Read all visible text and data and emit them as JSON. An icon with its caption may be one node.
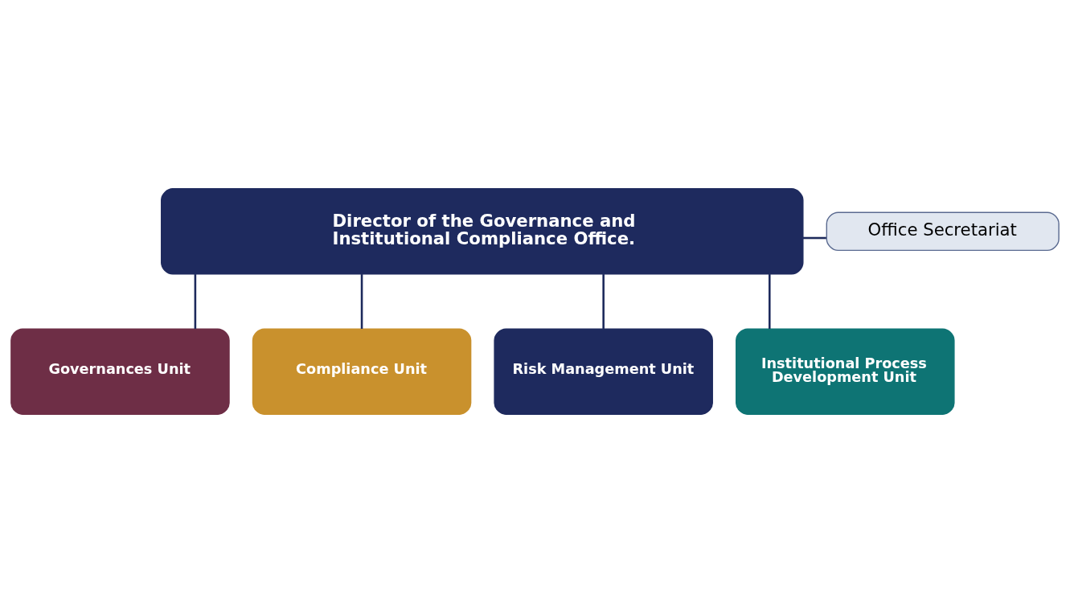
{
  "diagram": {
    "nodes": [
      {
        "text": [
          "Director of the Governance and Institutional Compliance Office."
        ]
      },
      {
        "text": [
          "Office Secretariat"
        ]
      },
      {
        "text": [
          "Governances Unit"
        ]
      },
      {
        "text": [
          "Compliance Unit"
        ]
      },
      {
        "text": [
          "Risk Management Unit"
        ]
      },
      {
        "text": [
          "Institutional Process Development Unit"
        ]
      }
    ],
    "edges": [
      {
        "from": 0,
        "to": 1,
        "arrow": "none"
      },
      {
        "from": 0,
        "to": 2,
        "arrow": "none"
      },
      {
        "from": 0,
        "to": 3,
        "arrow": "none"
      },
      {
        "from": 0,
        "to": 4,
        "arrow": "none"
      },
      {
        "from": 0,
        "to": 5,
        "arrow": "none"
      }
    ]
  }
}
